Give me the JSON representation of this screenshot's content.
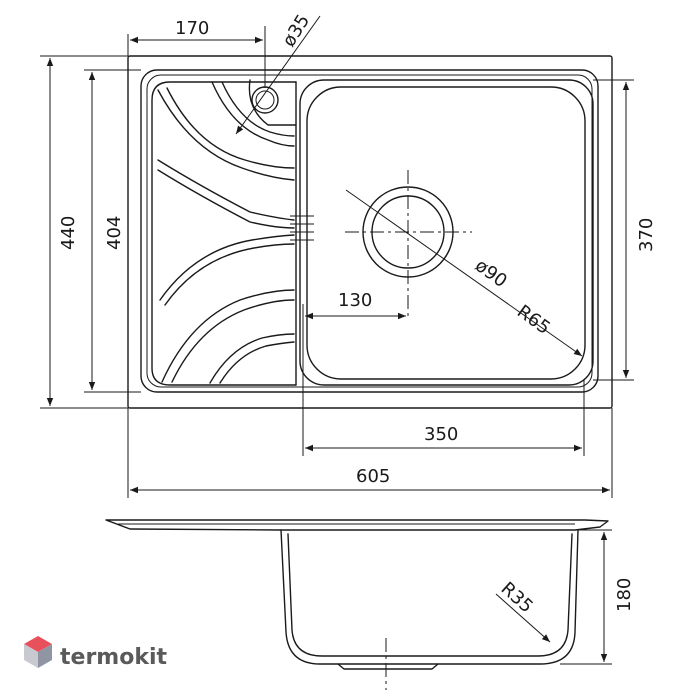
{
  "drawing": {
    "dimensions": {
      "d170": "170",
      "d35": "ø35",
      "d440": "440",
      "d404": "404",
      "d370": "370",
      "d130": "130",
      "d90": "ø90",
      "r65": "R65",
      "d350": "350",
      "d605": "605",
      "d180": "180",
      "r35": "R35"
    }
  },
  "brand": {
    "name": "termokit",
    "colors": {
      "top": "#e8505b",
      "left": "#c9c9d1",
      "right": "#8f95a3"
    }
  }
}
